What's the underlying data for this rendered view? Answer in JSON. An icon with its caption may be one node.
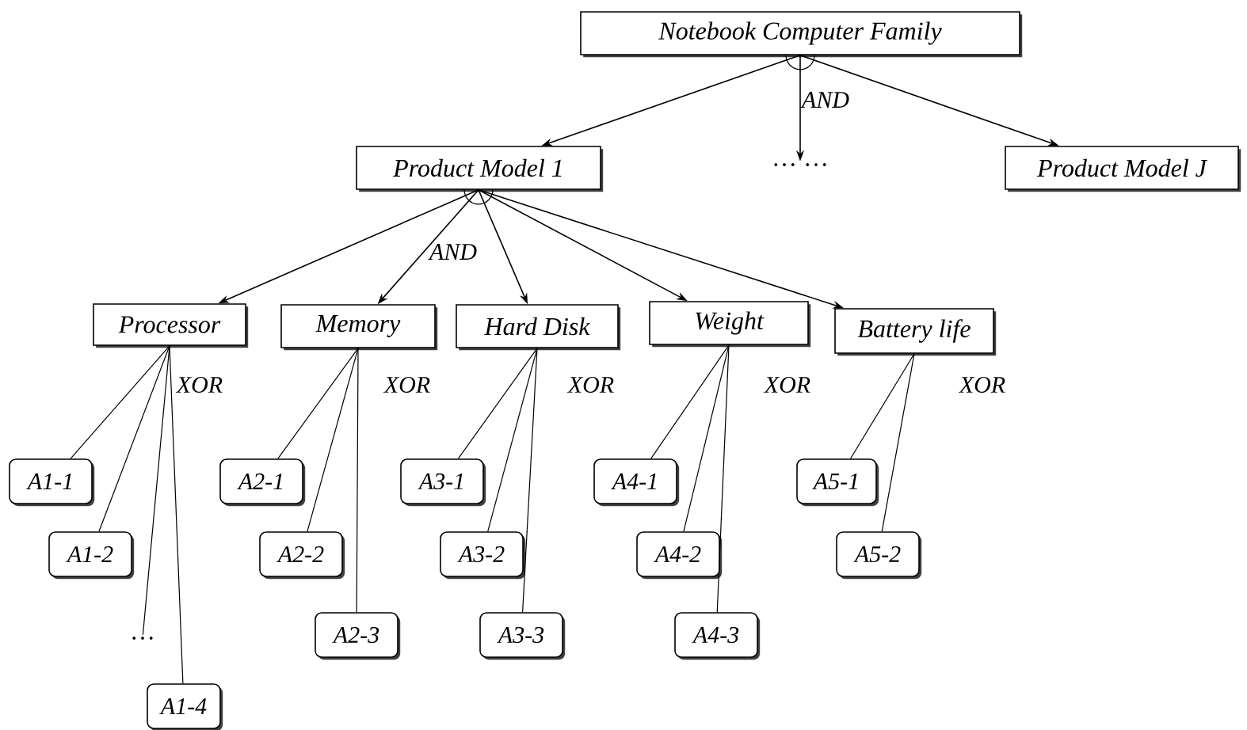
{
  "diagram": {
    "nodes": [
      {
        "text": [
          "Notebook Computer Family"
        ]
      },
      {
        "text": [
          "Product Model 1"
        ]
      },
      {
        "text": [
          "… …"
        ]
      },
      {
        "text": [
          "Product Model J"
        ]
      },
      {
        "text": [
          "Processor"
        ]
      },
      {
        "text": [
          "Memory"
        ]
      },
      {
        "text": [
          "Hard Disk"
        ]
      },
      {
        "text": [
          "Weight"
        ]
      },
      {
        "text": [
          "Battery life"
        ]
      },
      {
        "text": [
          "A1-1"
        ]
      },
      {
        "text": [
          "A1-2"
        ]
      },
      {
        "text": [
          "…"
        ]
      },
      {
        "text": [
          "A1-4"
        ]
      },
      {
        "text": [
          "A2-1"
        ]
      },
      {
        "text": [
          "A2-2"
        ]
      },
      {
        "text": [
          "A2-3"
        ]
      },
      {
        "text": [
          "A3-1"
        ]
      },
      {
        "text": [
          "A3-2"
        ]
      },
      {
        "text": [
          "A3-3"
        ]
      },
      {
        "text": [
          "A4-1"
        ]
      },
      {
        "text": [
          "A4-2"
        ]
      },
      {
        "text": [
          "A4-3"
        ]
      },
      {
        "text": [
          "A5-1"
        ]
      },
      {
        "text": [
          "A5-2"
        ]
      }
    ],
    "edges": [
      {
        "from": 0,
        "to": 1,
        "arrow": "to"
      },
      {
        "from": 0,
        "to": 2,
        "arrow": "to"
      },
      {
        "from": 0,
        "to": 3,
        "arrow": "to"
      },
      {
        "from": 1,
        "to": 4,
        "arrow": "to"
      },
      {
        "from": 1,
        "to": 5,
        "arrow": "to"
      },
      {
        "from": 1,
        "to": 6,
        "arrow": "to"
      },
      {
        "from": 1,
        "to": 7,
        "arrow": "to"
      },
      {
        "from": 1,
        "to": 8,
        "arrow": "to"
      },
      {
        "from": 4,
        "to": 9,
        "arrow": "none"
      },
      {
        "from": 4,
        "to": 10,
        "arrow": "none"
      },
      {
        "from": 4,
        "to": 11,
        "arrow": "none"
      },
      {
        "from": 4,
        "to": 12,
        "arrow": "none"
      },
      {
        "from": 5,
        "to": 13,
        "arrow": "none"
      },
      {
        "from": 5,
        "to": 14,
        "arrow": "none"
      },
      {
        "from": 5,
        "to": 15,
        "arrow": "none"
      },
      {
        "from": 6,
        "to": 16,
        "arrow": "none"
      },
      {
        "from": 6,
        "to": 17,
        "arrow": "none"
      },
      {
        "from": 6,
        "to": 18,
        "arrow": "none"
      },
      {
        "from": 7,
        "to": 19,
        "arrow": "none"
      },
      {
        "from": 7,
        "to": 20,
        "arrow": "none"
      },
      {
        "from": 7,
        "to": 21,
        "arrow": "none"
      },
      {
        "from": 8,
        "to": 22,
        "arrow": "none"
      },
      {
        "from": 8,
        "to": 23,
        "arrow": "none"
      }
    ],
    "labels": [
      "AND",
      "AND",
      "XOR",
      "XOR",
      "XOR",
      "XOR",
      "XOR"
    ]
  }
}
